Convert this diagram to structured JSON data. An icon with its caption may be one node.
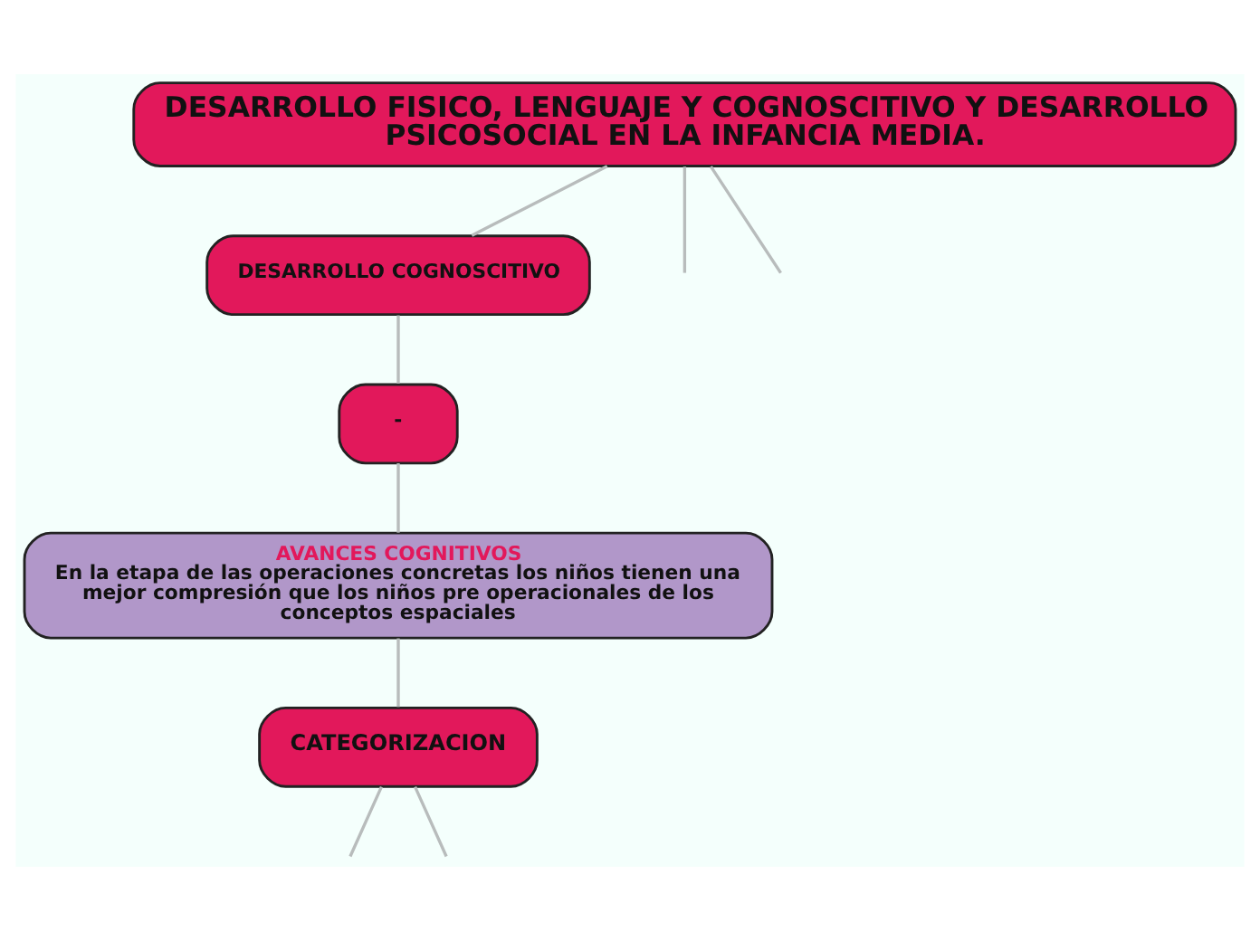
{
  "diagram": {
    "nodes": [
      {
        "text": [
          "DESARROLLO FISICO, LENGUAJE Y COGNOSCITIVO Y DESARROLLO PSICOSOCIAL EN LA INFANCIA MEDIA."
        ]
      },
      {
        "text": [
          "DESARROLLO COGNOSCITIVO"
        ]
      },
      {
        "text": [
          "-"
        ]
      },
      {
        "text": [
          "AVANCES COGNITIVOS",
          "En la etapa de las operaciones concretas los niños tienen una mejor compresión que los niños pre operacionales de los conceptos espaciales"
        ]
      },
      {
        "text": [
          "CATEGORIZACION"
        ]
      }
    ],
    "edges": [
      {
        "from": 0,
        "to": null,
        "arrow": "none"
      },
      {
        "from": 0,
        "to": null,
        "arrow": "none"
      },
      {
        "from": 0,
        "to": 1,
        "arrow": "none"
      },
      {
        "from": 1,
        "to": 2,
        "arrow": "none"
      },
      {
        "from": 2,
        "to": 3,
        "arrow": "none"
      },
      {
        "from": 3,
        "to": 4,
        "arrow": "none"
      },
      {
        "from": 4,
        "to": null,
        "arrow": "none"
      },
      {
        "from": 4,
        "to": null,
        "arrow": "none"
      }
    ]
  }
}
